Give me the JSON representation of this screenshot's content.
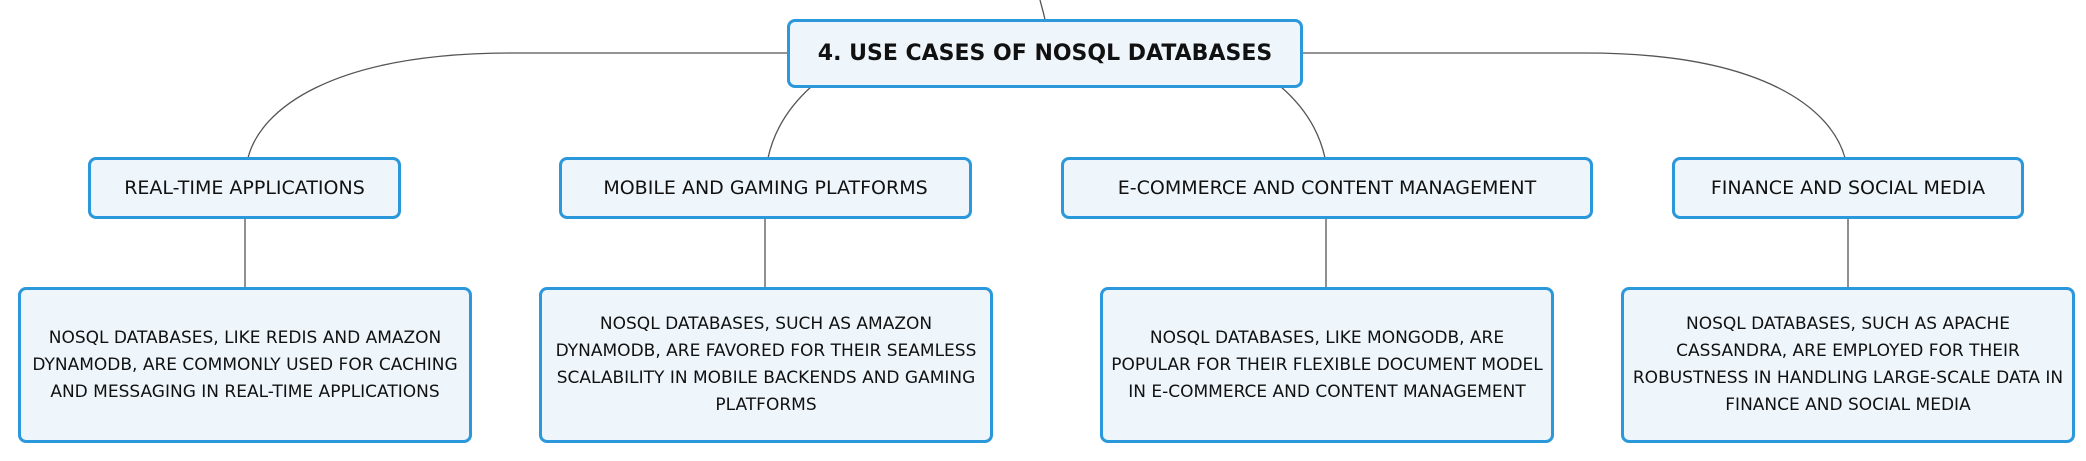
{
  "root": {
    "title": "4. USE CASES OF NOSQL DATABASES"
  },
  "categories": [
    {
      "title": "REAL-TIME APPLICATIONS",
      "description": "NOSQL DATABASES, LIKE REDIS AND AMAZON DYNAMODB, ARE COMMONLY USED FOR CACHING AND MESSAGING IN REAL-TIME APPLICATIONS"
    },
    {
      "title": "MOBILE AND GAMING PLATFORMS",
      "description": "NOSQL DATABASES, SUCH AS AMAZON DYNAMODB, ARE FAVORED FOR THEIR SEAMLESS SCALABILITY IN MOBILE BACKENDS AND GAMING PLATFORMS"
    },
    {
      "title": "E-COMMERCE AND CONTENT MANAGEMENT",
      "description": "NOSQL DATABASES, LIKE MONGODB, ARE POPULAR FOR THEIR FLEXIBLE DOCUMENT MODEL IN E-COMMERCE AND CONTENT MANAGEMENT"
    },
    {
      "title": "FINANCE AND SOCIAL MEDIA",
      "description": "NOSQL DATABASES, SUCH AS APACHE CASSANDRA, ARE EMPLOYED FOR THEIR ROBUSTNESS IN HANDLING LARGE-SCALE DATA IN FINANCE AND SOCIAL MEDIA"
    }
  ],
  "colors": {
    "border": "#2c98dc",
    "fill": "#eef6fc",
    "connector": "#555555"
  }
}
